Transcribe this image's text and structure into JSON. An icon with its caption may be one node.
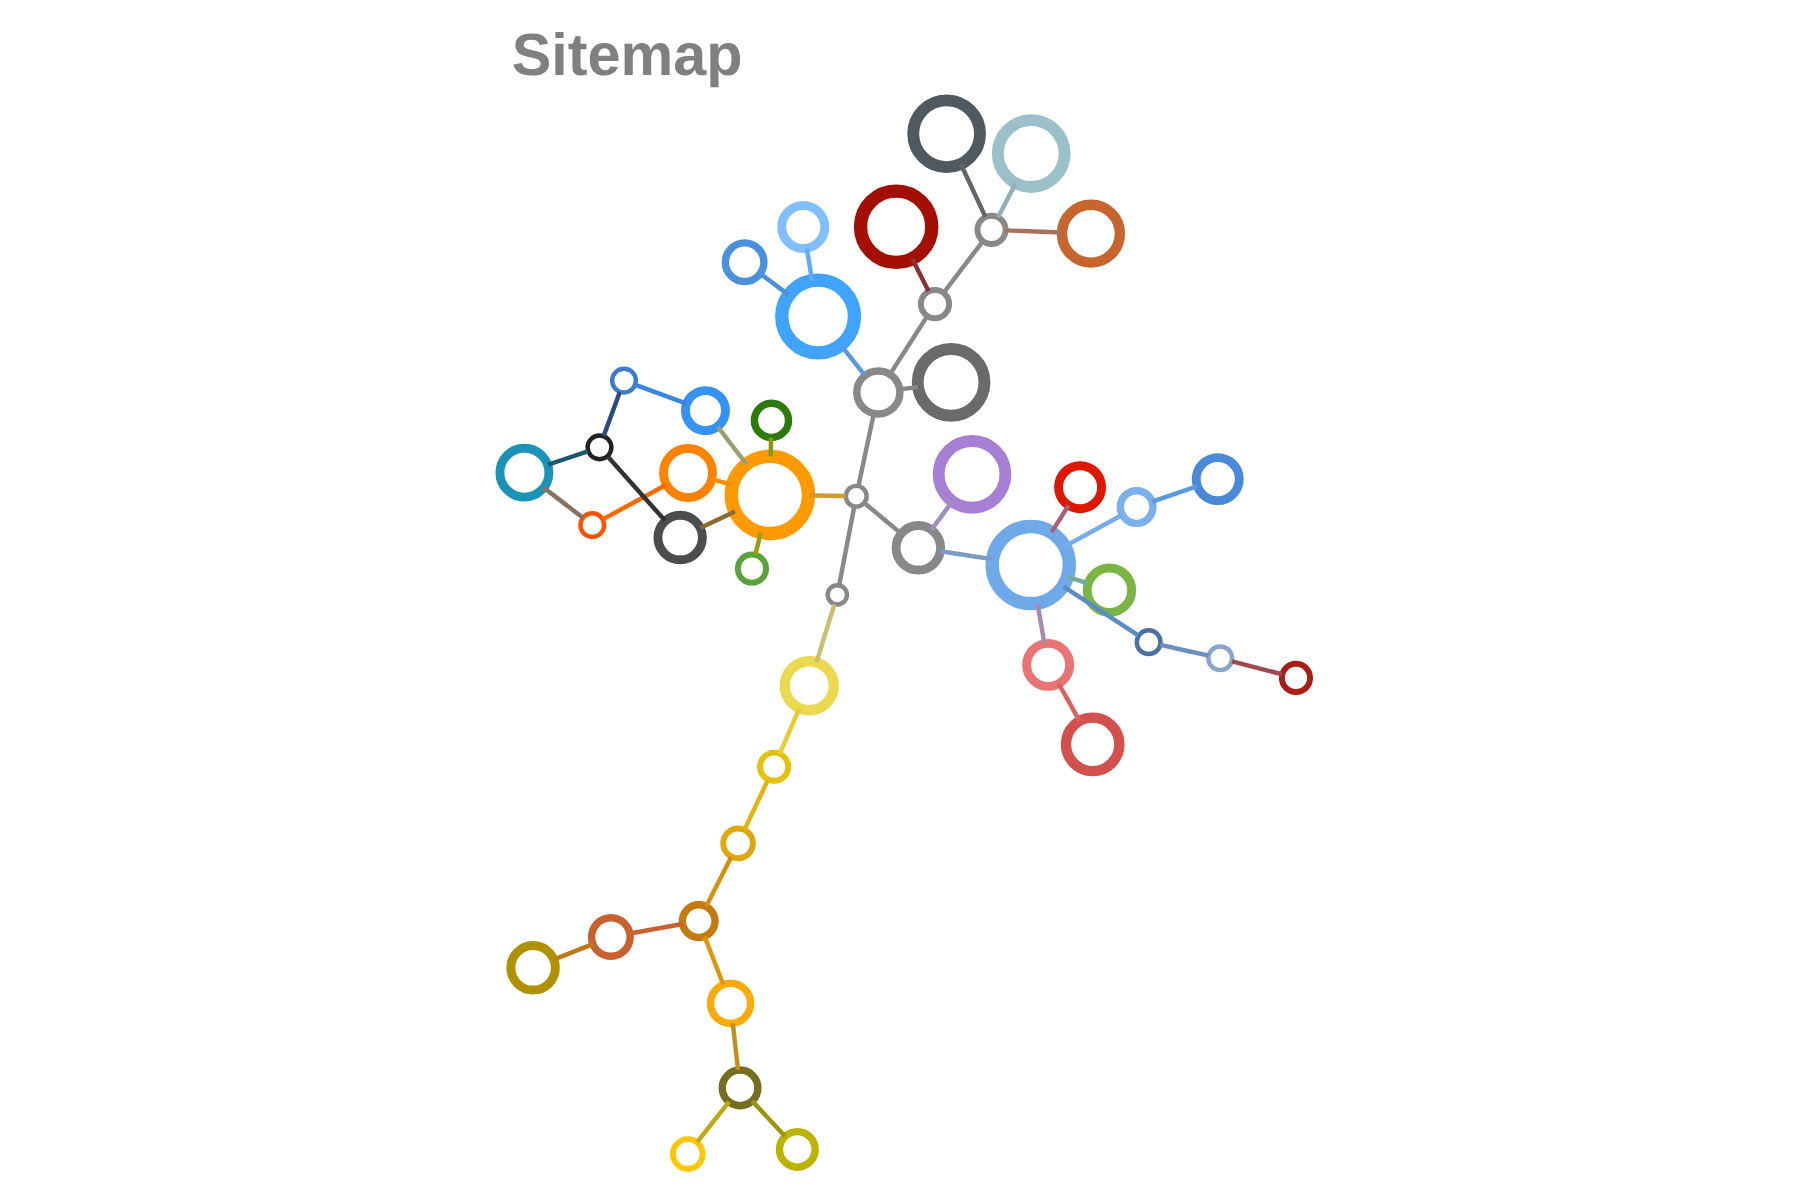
{
  "diagram": {
    "title": "Sitemap",
    "nodes": [
      {
        "text": [],
        "shape": "circle"
      },
      {
        "text": [],
        "shape": "circle"
      },
      {
        "text": [],
        "shape": "circle"
      },
      {
        "text": [],
        "shape": "circle"
      },
      {
        "text": [],
        "shape": "circle"
      },
      {
        "text": [],
        "shape": "circle"
      },
      {
        "text": [],
        "shape": "circle"
      },
      {
        "text": [],
        "shape": "circle"
      },
      {
        "text": [],
        "shape": "circle"
      },
      {
        "text": [],
        "shape": "circle"
      },
      {
        "text": [],
        "shape": "circle"
      },
      {
        "text": [],
        "shape": "circle"
      },
      {
        "text": [],
        "shape": "circle"
      },
      {
        "text": [],
        "shape": "circle"
      },
      {
        "text": [],
        "shape": "circle"
      },
      {
        "text": [],
        "shape": "circle"
      },
      {
        "text": [],
        "shape": "circle"
      },
      {
        "text": [],
        "shape": "circle"
      },
      {
        "text": [],
        "shape": "circle"
      },
      {
        "text": [],
        "shape": "circle"
      },
      {
        "text": [],
        "shape": "circle"
      },
      {
        "text": [],
        "shape": "circle"
      },
      {
        "text": [],
        "shape": "circle"
      },
      {
        "text": [],
        "shape": "circle"
      },
      {
        "text": [],
        "shape": "circle"
      },
      {
        "text": [],
        "shape": "circle"
      },
      {
        "text": [],
        "shape": "circle"
      },
      {
        "text": [],
        "shape": "circle"
      },
      {
        "text": [],
        "shape": "circle"
      },
      {
        "text": [],
        "shape": "circle"
      },
      {
        "text": [],
        "shape": "circle"
      },
      {
        "text": [],
        "shape": "circle"
      },
      {
        "text": [],
        "shape": "circle"
      },
      {
        "text": [],
        "shape": "circle"
      },
      {
        "text": [],
        "shape": "circle"
      },
      {
        "text": [],
        "shape": "circle"
      },
      {
        "text": [],
        "shape": "circle"
      },
      {
        "text": [],
        "shape": "circle"
      },
      {
        "text": [],
        "shape": "circle"
      },
      {
        "text": [],
        "shape": "circle"
      },
      {
        "text": [],
        "shape": "circle"
      },
      {
        "text": [],
        "shape": "circle"
      },
      {
        "text": [],
        "shape": "circle"
      },
      {
        "text": [],
        "shape": "circle"
      },
      {
        "text": [],
        "shape": "circle"
      }
    ],
    "edges": [
      {
        "from": 0,
        "to": 1,
        "arrow": "none",
        "color": "#a08fc0"
      },
      {
        "from": 0,
        "to": 2,
        "arrow": "none"
      },
      {
        "from": 0,
        "to": 24,
        "arrow": "none",
        "color": "#7c9cc4"
      },
      {
        "from": 2,
        "to": 3,
        "arrow": "none"
      },
      {
        "from": 2,
        "to": 14,
        "arrow": "none",
        "color": "#d09a30"
      },
      {
        "from": 2,
        "to": 34,
        "arrow": "none"
      },
      {
        "from": 3,
        "to": 4,
        "arrow": "none",
        "color": "#c8c070"
      },
      {
        "from": 4,
        "to": 5,
        "arrow": "none",
        "color": "#e8cc30"
      },
      {
        "from": 5,
        "to": 6,
        "arrow": "none",
        "color": "#e2b410"
      },
      {
        "from": 6,
        "to": 7,
        "arrow": "none",
        "color": "#d4900e"
      },
      {
        "from": 7,
        "to": 8,
        "arrow": "none",
        "color": "#c8602f"
      },
      {
        "from": 8,
        "to": 9,
        "arrow": "none",
        "color": "#bc7a18"
      },
      {
        "from": 7,
        "to": 10,
        "arrow": "none",
        "color": "#e0960c"
      },
      {
        "from": 10,
        "to": 11,
        "arrow": "none",
        "color": "#c09018"
      },
      {
        "from": 11,
        "to": 12,
        "arrow": "none",
        "color": "#c0a810"
      },
      {
        "from": 11,
        "to": 13,
        "arrow": "none",
        "color": "#9a9410"
      },
      {
        "from": 14,
        "to": 15,
        "arrow": "none",
        "color": "#9a9e10"
      },
      {
        "from": 14,
        "to": 16,
        "arrow": "none",
        "color": "#8a9a10"
      },
      {
        "from": 14,
        "to": 17,
        "arrow": "none",
        "color": "#ff8e00"
      },
      {
        "from": 17,
        "to": 18,
        "arrow": "none",
        "color": "#ff6a00"
      },
      {
        "from": 18,
        "to": 19,
        "arrow": "none",
        "color": "#8a7060"
      },
      {
        "from": 14,
        "to": 20,
        "arrow": "none",
        "color": "#8a6a30"
      },
      {
        "from": 20,
        "to": 21,
        "arrow": "none",
        "color": "#333333"
      },
      {
        "from": 21,
        "to": 19,
        "arrow": "none",
        "color": "#1a5a70"
      },
      {
        "from": 14,
        "to": 22,
        "arrow": "none",
        "color": "#9aa070"
      },
      {
        "from": 22,
        "to": 23,
        "arrow": "none",
        "color": "#3a86e0"
      },
      {
        "from": 23,
        "to": 21,
        "arrow": "none",
        "color": "#2a4a80"
      },
      {
        "from": 24,
        "to": 25,
        "arrow": "none",
        "color": "#74ae98"
      },
      {
        "from": 24,
        "to": 26,
        "arrow": "none",
        "color": "#a8607a"
      },
      {
        "from": 24,
        "to": 27,
        "arrow": "none",
        "color": "#5a8cc8"
      },
      {
        "from": 27,
        "to": 28,
        "arrow": "none",
        "color": "#6a90c0"
      },
      {
        "from": 28,
        "to": 29,
        "arrow": "none",
        "color": "#a04a50"
      },
      {
        "from": 24,
        "to": 30,
        "arrow": "none",
        "color": "#74acec"
      },
      {
        "from": 30,
        "to": 31,
        "arrow": "none",
        "color": "#5a98e0"
      },
      {
        "from": 24,
        "to": 32,
        "arrow": "none",
        "color": "#a88ab0"
      },
      {
        "from": 32,
        "to": 33,
        "arrow": "none",
        "color": "#dc6060"
      },
      {
        "from": 34,
        "to": 35,
        "arrow": "none"
      },
      {
        "from": 34,
        "to": 36,
        "arrow": "none",
        "color": "#5a98e0"
      },
      {
        "from": 36,
        "to": 37,
        "arrow": "none",
        "color": "#60aaff"
      },
      {
        "from": 36,
        "to": 38,
        "arrow": "none",
        "color": "#4a90dd"
      },
      {
        "from": 34,
        "to": 39,
        "arrow": "none"
      },
      {
        "from": 39,
        "to": 40,
        "arrow": "none",
        "color": "#8a3030"
      },
      {
        "from": 39,
        "to": 41,
        "arrow": "none"
      },
      {
        "from": 41,
        "to": 42,
        "arrow": "none",
        "color": "#60666c"
      },
      {
        "from": 41,
        "to": 43,
        "arrow": "none",
        "color": "#90b0b8"
      },
      {
        "from": 41,
        "to": 44,
        "arrow": "none",
        "color": "#a8705a"
      }
    ]
  }
}
